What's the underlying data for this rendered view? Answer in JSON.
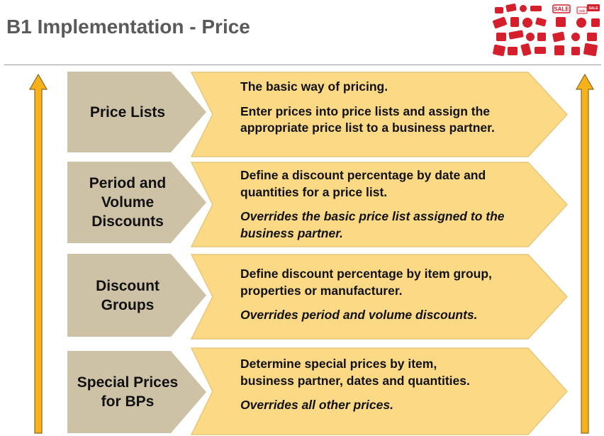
{
  "slide": {
    "title": "B1 Implementation - Price"
  },
  "colors": {
    "label_fill": "#cdc2a6",
    "chevron_fill": "#fbd985",
    "chevron_stroke": "#e7c77a",
    "arrow_fill": "#f7b11a",
    "arrow_stroke": "#8a6a20",
    "title": "#5a5a5a"
  },
  "logo": {
    "icon": "sale-tags-icon",
    "texts": [
      "SALE",
      "sale",
      "SALE"
    ]
  },
  "rows": [
    {
      "label": "Price Lists",
      "lines": [
        {
          "text": "The basic way of pricing.",
          "italic": false
        },
        {
          "text": "Enter prices into price lists and assign the appropriate price list to a business partner.",
          "italic": false
        }
      ]
    },
    {
      "label": "Period and Volume Discounts",
      "lines": [
        {
          "text": "Define a discount percentage by date and quantities for a price list.",
          "italic": false
        },
        {
          "text": "Overrides the basic price list assigned to the business partner.",
          "italic": true
        }
      ]
    },
    {
      "label": "Discount Groups",
      "lines": [
        {
          "text": "Define discount percentage by item group, properties or manufacturer.",
          "italic": false
        },
        {
          "text": "Overrides period and volume discounts.",
          "italic": true
        }
      ]
    },
    {
      "label": "Special Prices for BPs",
      "lines": [
        {
          "text": "Determine special prices by item, business partner, dates and quantities.",
          "italic": false
        },
        {
          "text": "Overrides all other prices.",
          "italic": true
        }
      ]
    }
  ]
}
